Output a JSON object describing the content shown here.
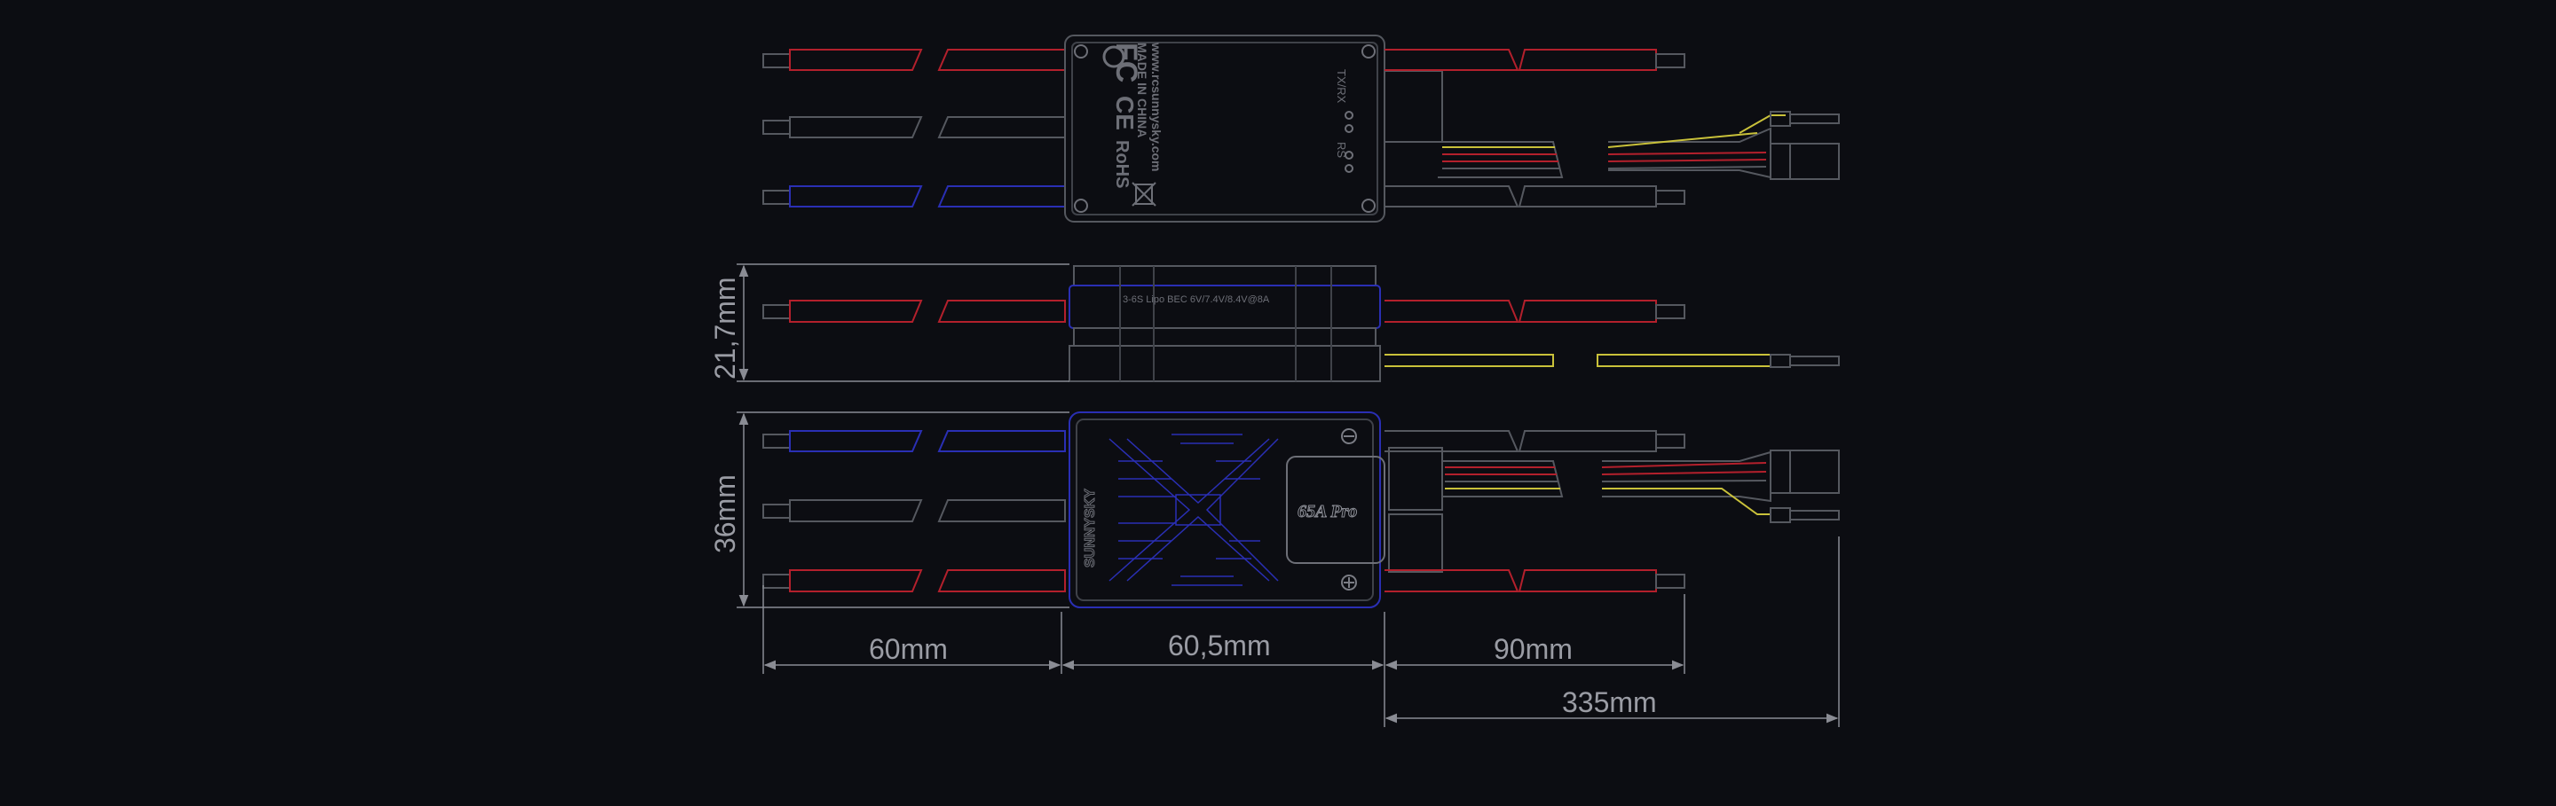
{
  "labels": {
    "fc_mark": "FC",
    "ce_mark": "CE",
    "rohs_mark": "RoHS",
    "made_in": "MADE IN CHINA",
    "website": "www.rcsunnysky.com",
    "txrx_pad": "TX/RX",
    "rs_pad": "RS",
    "bec_spec": "3-6S Lipo BEC 6V/7.4V/8.4V@8A",
    "brand": "SUNNYSKY",
    "model": "65A Pro"
  },
  "dimensions": {
    "height_side": "21,7mm",
    "width_top": "36mm",
    "motor_wire_length": "60mm",
    "body_length": "60,5mm",
    "power_wire_length": "90mm",
    "total_length": "335mm"
  },
  "colors": {
    "background": "#0c0d12",
    "outline": "#55585f",
    "red_wire": "#b3202c",
    "blue_wire": "#2a2fb4",
    "yellow_wire": "#c9c13a",
    "dimension_line": "#8a8c94",
    "dimension_text": "#9a9ca4"
  }
}
